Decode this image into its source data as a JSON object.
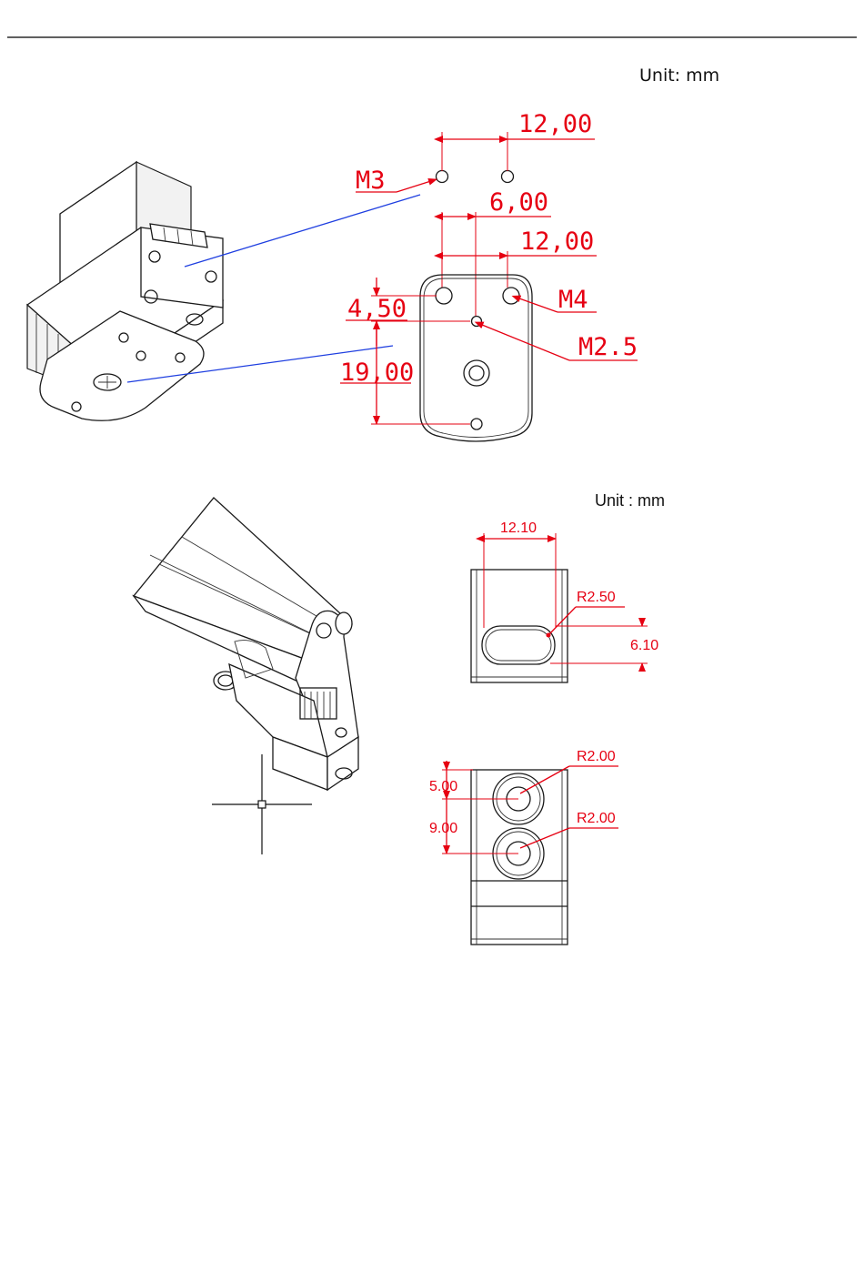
{
  "top_figure": {
    "unit": "Unit: mm",
    "dims": {
      "m3": "M3",
      "top_spacing": "12,00",
      "offset": "6,00",
      "hole_spacing": "12,00",
      "m4": "M4",
      "vert_small": "4,50",
      "m25": "M2.5",
      "vert_large": "19,00"
    }
  },
  "bottom_figure": {
    "unit": "Unit : mm",
    "dims": {
      "slot_width": "12.10",
      "slot_radius": "R2.50",
      "slot_height": "6.10",
      "hole_radius_1": "R2.00",
      "hole_offset_top": "5.00",
      "hole_radius_2": "R2.00",
      "hole_spacing": "9.00"
    }
  },
  "colors": {
    "dimension": "#e60012",
    "leader": "#1f3fe0",
    "ink": "#1a1a1a"
  }
}
